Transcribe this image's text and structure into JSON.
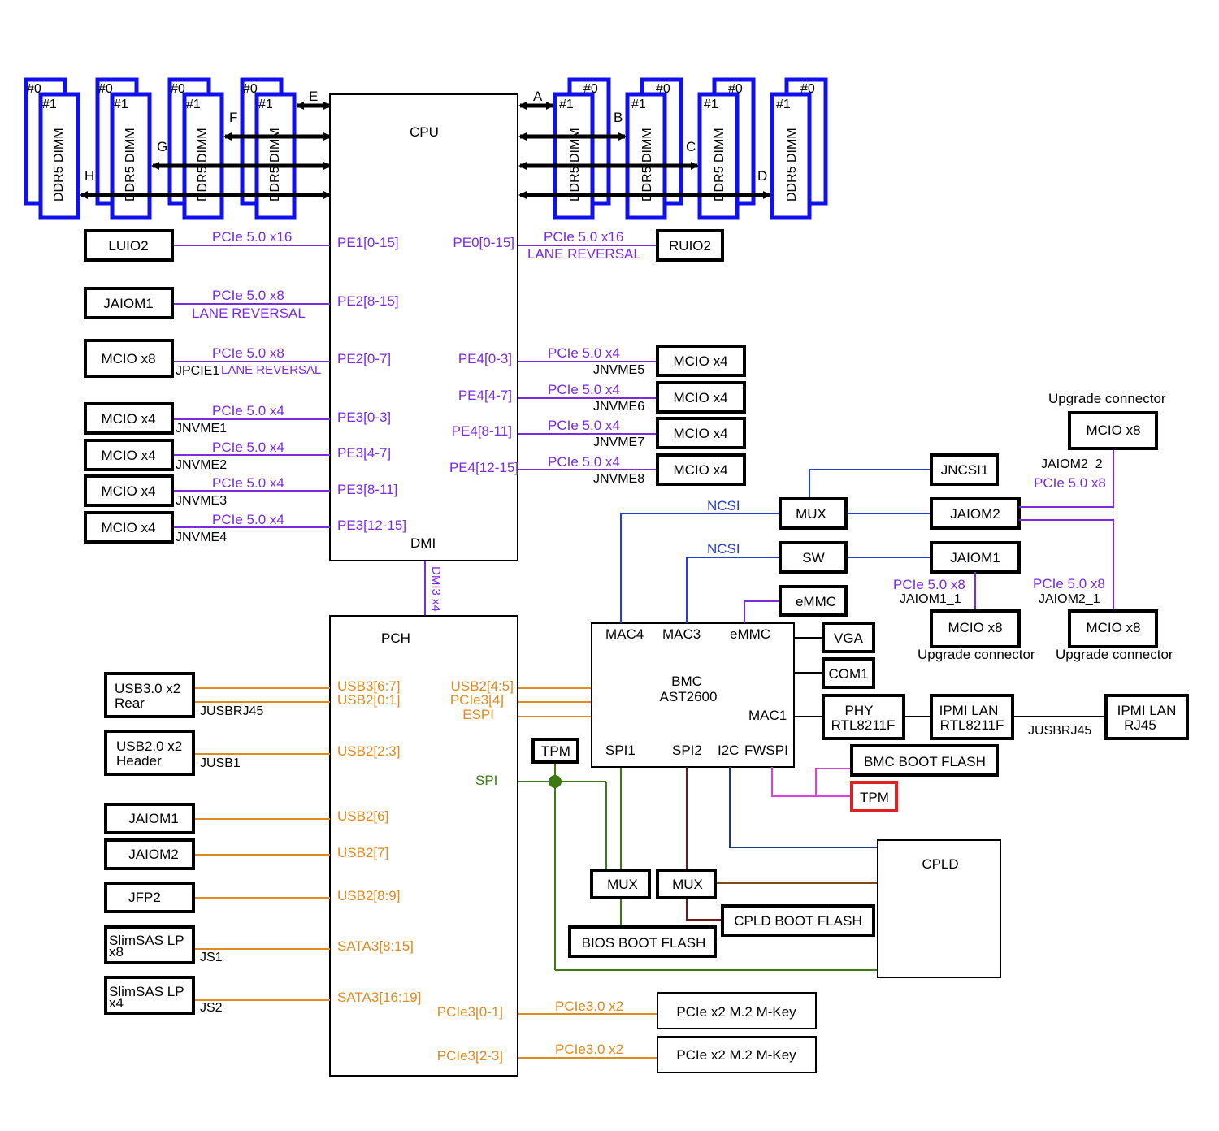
{
  "colors": {
    "purple": "#7a2be2",
    "orange": "#e0891e",
    "green": "#3a7a10",
    "blue": "#1f3fd6",
    "darkblue": "#1d3a8a",
    "darkred": "#6b1a1a",
    "brown": "#7a4a1a",
    "magenta": "#e040e0",
    "red": "#e02020",
    "dimm_blue": "#1010ee"
  },
  "dimms": {
    "label": "DDR5 DIMM",
    "slot0": "#0",
    "slot1": "#1"
  },
  "channels": {
    "a": "A",
    "b": "B",
    "c": "C",
    "d": "D",
    "e": "E",
    "f": "F",
    "g": "G",
    "h": "H"
  },
  "cpu": {
    "title": "CPU",
    "dmi": "DMI",
    "pe1": "PE1[0-15]",
    "pe2a": "PE2[8-15]",
    "pe2b": "PE2[0-7]",
    "pe3a": "PE3[0-3]",
    "pe3b": "PE3[4-7]",
    "pe3c": "PE3[8-11]",
    "pe3d": "PE3[12-15]",
    "pe0": "PE0[0-15]",
    "pe4a": "PE4[0-3]",
    "pe4b": "PE4[4-7]",
    "pe4c": "PE4[8-11]",
    "pe4d": "PE4[12-15]"
  },
  "links": {
    "pcie_x16": "PCIe 5.0 x16",
    "pcie_x8": "PCIe 5.0 x8",
    "pcie_x4": "PCIe 5.0 x4",
    "lane_reversal": "LANE REVERSAL",
    "lane_reversal_short": "LANE REVERSAL",
    "dmi3": "DMI3 x4",
    "pcie3_x2": "PCIe3.0 x2",
    "ncsi": "NCSI",
    "spi": "SPI"
  },
  "left_devices": {
    "luio2": "LUIO2",
    "jaiom1": "JAIOM1",
    "mcio_x8": "MCIO x8",
    "mcio_x4": "MCIO x4",
    "jpcie1": "JPCIE1",
    "jnvme1": "JNVME1",
    "jnvme2": "JNVME2",
    "jnvme3": "JNVME3",
    "jnvme4": "JNVME4"
  },
  "right_devices": {
    "ruio2": "RUIO2",
    "mcio_x4": "MCIO x4",
    "jnvme5": "JNVME5",
    "jnvme6": "JNVME6",
    "jnvme7": "JNVME7",
    "jnvme8": "JNVME8"
  },
  "pch": {
    "title": "PCH",
    "usb3_67": "USB3[6:7]",
    "usb2_01": "USB2[0:1]",
    "usb2_23": "USB2[2:3]",
    "usb2_6": "USB2[6]",
    "usb2_7": "USB2[7]",
    "usb2_89": "USB2[8:9]",
    "sata_815": "SATA3[8:15]",
    "sata_1619": "SATA3[16:19]",
    "usb2_45": "USB2[4:5]",
    "pcie3_4": "PCIe3[4]",
    "espi": "ESPI",
    "pcie3_01": "PCIe3[0-1]",
    "pcie3_23": "PCIe3[2-3]"
  },
  "pch_devices": {
    "usb3_l1": "USB3.0 x2",
    "usb3_l2": "Rear",
    "jusbrj45": "JUSBRJ45",
    "usb2_l1": "USB2.0 x2",
    "usb2_l2": "Header",
    "jusb1": "JUSB1",
    "jaiom1": "JAIOM1",
    "jaiom2": "JAIOM2",
    "jfp2": "JFP2",
    "slim_l1": "SlimSAS LP",
    "slim_x8": "x8",
    "slim_x4": "x4",
    "js1": "JS1",
    "js2": "JS2",
    "m2": "PCIe x2 M.2 M-Key"
  },
  "bmc": {
    "title1": "BMC",
    "title2": "AST2600",
    "mac4": "MAC4",
    "mac3": "MAC3",
    "emmc": "eMMC",
    "mac1": "MAC1",
    "spi1": "SPI1",
    "spi2": "SPI2",
    "i2c": "I2C",
    "fwspi": "FWSPI"
  },
  "bmc_devices": {
    "vga": "VGA",
    "com1": "COM1",
    "phy1": "PHY",
    "phy2": "RTL8211F",
    "ipmi1": "IPMI LAN",
    "ipmi2": "RTL8211F",
    "ipmirj1": "IPMI LAN",
    "ipmirj2": "RJ45",
    "jusbrj45": "JUSBRJ45",
    "bmc_boot_flash": "BMC BOOT FLASH",
    "tpm": "TPM",
    "emmc": "eMMC",
    "mux": "MUX",
    "sw": "SW",
    "jncsi1": "JNCSI1",
    "jaiom2": "JAIOM2",
    "jaiom1": "JAIOM1",
    "mcio_x8": "MCIO x8",
    "upgrade": "Upgrade connector",
    "jaiom2_2": "JAIOM2_2",
    "jaiom2_1": "JAIOM2_1",
    "jaiom1_1": "JAIOM1_1",
    "cpld": "CPLD",
    "cpld_boot_flash": "CPLD BOOT FLASH",
    "bios_boot_flash": "BIOS BOOT FLASH"
  }
}
